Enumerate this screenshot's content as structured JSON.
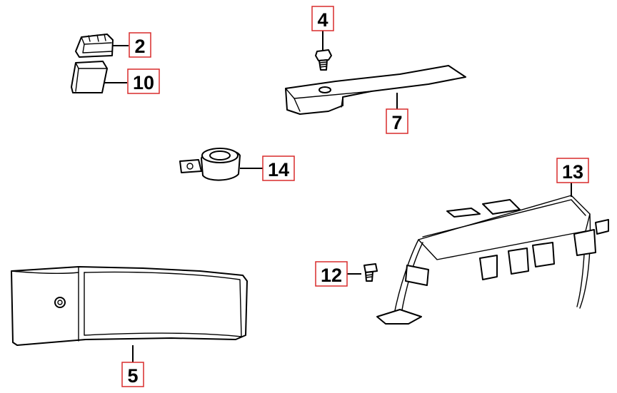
{
  "diagram": {
    "callouts": {
      "c2": "2",
      "c10": "10",
      "c4": "4",
      "c7": "7",
      "c14": "14",
      "c13": "13",
      "c12": "12",
      "c5": "5"
    },
    "colors": {
      "callout_border": "#d92b2b",
      "line": "#000000",
      "background": "#ffffff"
    }
  }
}
